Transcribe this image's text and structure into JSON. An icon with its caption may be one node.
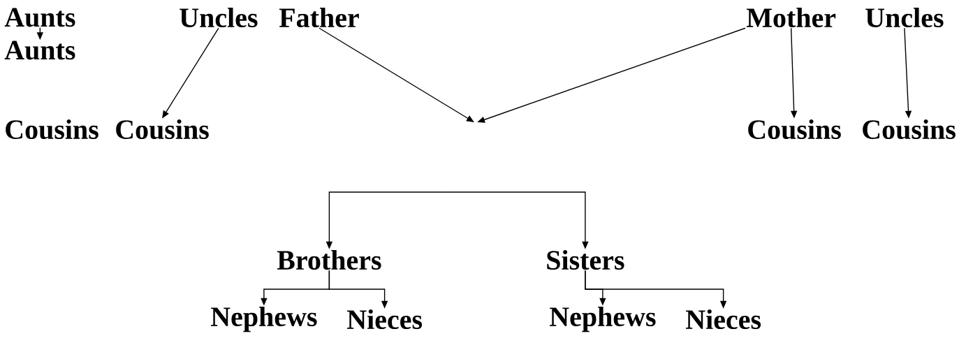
{
  "diagram": {
    "nodes": [
      {
        "text": [
          "Aunts"
        ]
      },
      {
        "text": [
          "Uncles"
        ]
      },
      {
        "text": [
          "Father"
        ]
      },
      {
        "text": [
          "Mother"
        ]
      },
      {
        "text": [
          "Uncles"
        ]
      },
      {
        "text": [
          "Aunts"
        ]
      },
      {
        "text": [
          "Cousins"
        ]
      },
      {
        "text": [
          "Cousins"
        ]
      },
      {
        "text": [
          "Cousins"
        ]
      },
      {
        "text": [
          "Cousins"
        ]
      },
      {
        "text": [
          "Brothers"
        ]
      },
      {
        "text": [
          "Sisters"
        ]
      },
      {
        "text": [
          "Nephews"
        ]
      },
      {
        "text": [
          "Nieces"
        ]
      },
      {
        "text": [
          "Nephews"
        ]
      },
      {
        "text": [
          "Nieces"
        ]
      }
    ],
    "edges": [
      {
        "from": 0,
        "to": 5,
        "arrow": "to"
      },
      {
        "from": 1,
        "to": 7,
        "arrow": "to"
      },
      {
        "from": 3,
        "to": 8,
        "arrow": "to"
      },
      {
        "from": 4,
        "to": 9,
        "arrow": "to"
      },
      {
        "from": 2,
        "to": null,
        "arrow": "to"
      },
      {
        "from": 3,
        "to": null,
        "arrow": "to"
      },
      {
        "from": null,
        "to": 10,
        "arrow": "to"
      },
      {
        "from": null,
        "to": 11,
        "arrow": "to"
      },
      {
        "from": 10,
        "to": 12,
        "arrow": "to"
      },
      {
        "from": 10,
        "to": 13,
        "arrow": "to"
      },
      {
        "from": 11,
        "to": 14,
        "arrow": "to"
      },
      {
        "from": 11,
        "to": 15,
        "arrow": "to"
      }
    ]
  }
}
